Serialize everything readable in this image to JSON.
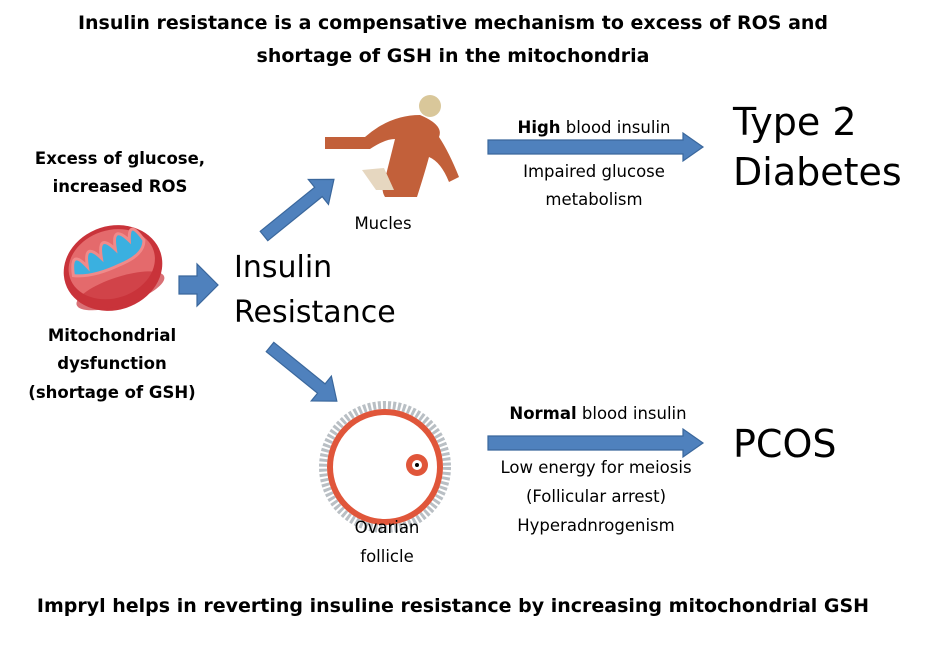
{
  "title": {
    "line1": "Insulin resistance is a compensative mechanism to excess of ROS and",
    "line2": "shortage of GSH in the mitochondria"
  },
  "left": {
    "cause_line1": "Excess of glucose,",
    "cause_line2": "increased ROS",
    "mito_line1": "Mitochondrial",
    "mito_line2": "dysfunction",
    "mito_line3": "(shortage of GSH)"
  },
  "center": {
    "line1": "Insulin",
    "line2": "Resistance"
  },
  "muscles": {
    "label": "Mucles"
  },
  "follicle": {
    "line1": "Ovarian",
    "line2": "follicle"
  },
  "top_path": {
    "above_bold": "High",
    "above_rest": " blood insulin",
    "below_line1": "Impaired glucose",
    "below_line2": "metabolism",
    "outcome_line1": "Type 2",
    "outcome_line2": "Diabetes"
  },
  "bottom_path": {
    "above_bold": "Normal",
    "above_rest": " blood insulin",
    "below_line1": "Low energy for  meiosis",
    "below_line2": "(Follicular arrest)",
    "below_line3": "Hyperadnrogenism",
    "outcome": "PCOS"
  },
  "footer": "Impryl helps in reverting insuline resistance by increasing mitochondrial GSH",
  "colors": {
    "arrow": "#4f81bd",
    "mito_red": "#d9464a",
    "mito_blue": "#3ab0e0",
    "follicle": "#e0563a"
  }
}
